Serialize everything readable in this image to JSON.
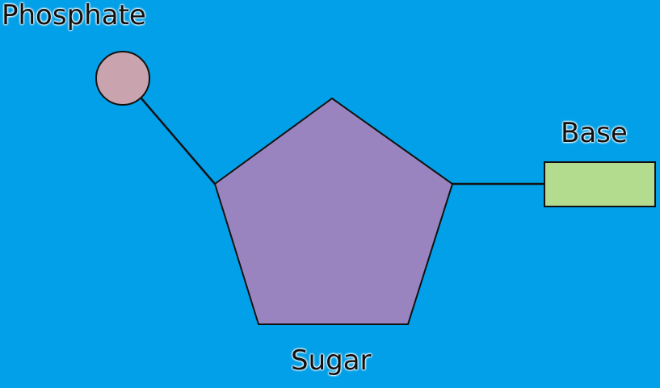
{
  "labels": {
    "phosphate": "Phosphate",
    "base": "Base",
    "sugar": "Sugar"
  },
  "colors": {
    "background": "#02a0e8",
    "phosphate": "#c9a3ad",
    "sugar": "#9a84bf",
    "base": "#b4dc8f",
    "line": "#111111",
    "text": "#111111"
  }
}
